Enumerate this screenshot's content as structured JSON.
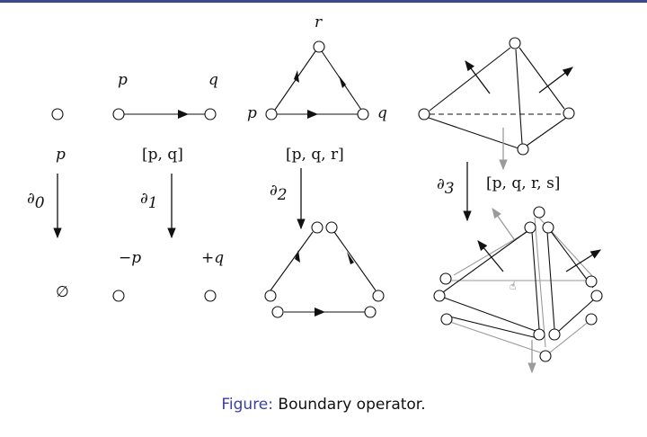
{
  "caption": {
    "label": "Figure:",
    "text": "Boundary operator."
  },
  "labels": {
    "p": "p",
    "q": "q",
    "r": "r",
    "simplex_0": "p",
    "simplex_1": "[p, q]",
    "simplex_2": "[p, q, r]",
    "simplex_3": "[p, q, r, s]",
    "boundary_0": "∂",
    "boundary_0_sub": "0",
    "boundary_1": "∂",
    "boundary_1_sub": "1",
    "boundary_2": "∂",
    "boundary_2_sub": "2",
    "boundary_3": "∂",
    "boundary_3_sub": "3",
    "empty": "∅",
    "minus_p": "−p",
    "plus_q": "+q"
  },
  "colors": {
    "accent": "#3a3fa8",
    "rule": "#3c4a8c",
    "faint_edge": "#9a9a9a"
  }
}
